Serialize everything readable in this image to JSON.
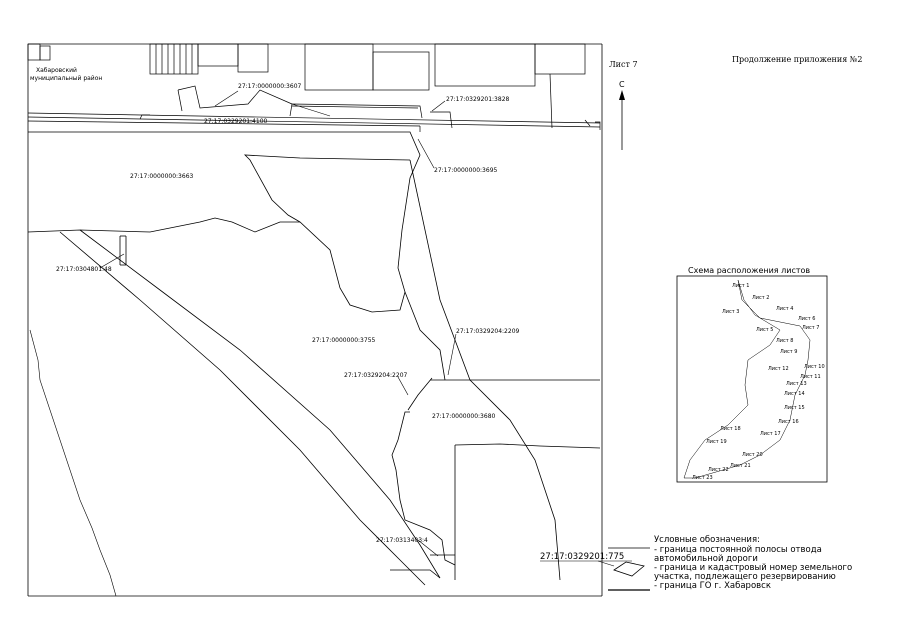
{
  "header": {
    "appendix": "Продолжение приложения №2",
    "sheet": "Лист 7"
  },
  "north": {
    "letter": "С"
  },
  "district": {
    "line1": "Хабаровский",
    "line2": "муниципальный район"
  },
  "parcels": [
    "27:17:0000000:3607",
    "27:17:0329201:3828",
    "27:17:0329201:4100",
    "27:17:0000000:3695",
    "27:17:0000000:3663",
    "27:17:0304801:48",
    "27:17:0000000:3755",
    "27:17:0329204:2209",
    "27:17:0329204:2207",
    "27:17:0000000:3680",
    "27:17:0313403:4"
  ],
  "scheme": {
    "title": "Схема расположения листов",
    "sheets": [
      "Лист 1",
      "Лист 2",
      "Лист 3",
      "Лист 4",
      "Лист 5",
      "Лист 6",
      "Лист 7",
      "Лист 8",
      "Лист 9",
      "Лист 10",
      "Лист 11",
      "Лист 12",
      "Лист 13",
      "Лист 14",
      "Лист 15",
      "Лист 16",
      "Лист 17",
      "Лист 18",
      "Лист 19",
      "Лист 20",
      "Лист 21",
      "Лист 22",
      "Лист 23"
    ]
  },
  "legend": {
    "title": "Условные обозначения:",
    "item1_line1": "- граница постоянной полосы отвода",
    "item1_line2": "автомобильной дороги",
    "item2_sample": "27:17:0329201:775",
    "item2_line1": "- граница и кадастровый номер земельного",
    "item2_line2": "участка, подлежащего резервированию",
    "item3_line1": "- граница ГО г. Хабаровск"
  }
}
